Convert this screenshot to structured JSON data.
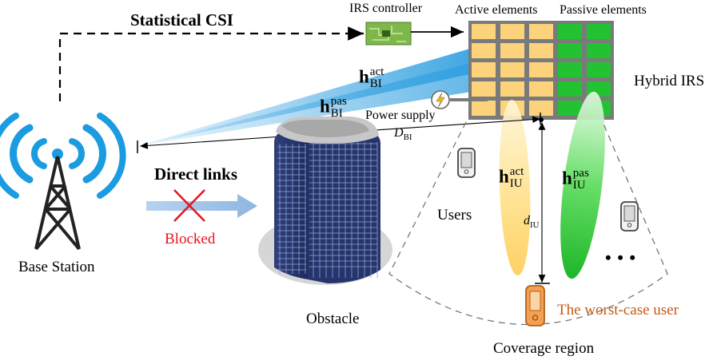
{
  "labels": {
    "statistical_csi": "Statistical CSI",
    "irs_controller": "IRS controller",
    "active_elements": "Active elements",
    "passive_elements": "Passive elements",
    "hybrid_irs": "Hybrid IRS",
    "power_supply": "Power supply",
    "direct_links": "Direct links",
    "blocked": "Blocked",
    "base_station": "Base Station",
    "users": "Users",
    "obstacle": "Obstacle",
    "worst_case_user": "The worst-case user",
    "coverage_region": "Coverage region",
    "ellipsis": "• • •"
  },
  "math": {
    "h_bi_act": {
      "base": "h",
      "sup": "act",
      "sub": "BI"
    },
    "h_bi_pas": {
      "base": "h",
      "sup": "pas",
      "sub": "BI"
    },
    "h_iu_act": {
      "base": "h",
      "sup": "act",
      "sub": "IU"
    },
    "h_iu_pas": {
      "base": "h",
      "sup": "pas",
      "sub": "IU"
    },
    "d_bi": {
      "base": "D",
      "sub": "BI"
    },
    "d_iu": {
      "base": "d",
      "sub": "IU"
    }
  },
  "colors": {
    "active_element": "#fcd27a",
    "passive_element": "#22c232",
    "irs_frame": "#7a7a7a",
    "tower_waves": "#1b9be0",
    "beam": "#2f9fe0",
    "blocked_text": "#e8141c",
    "worst_case_text": "#c55a11",
    "worst_case_phone": "#f4a050"
  }
}
